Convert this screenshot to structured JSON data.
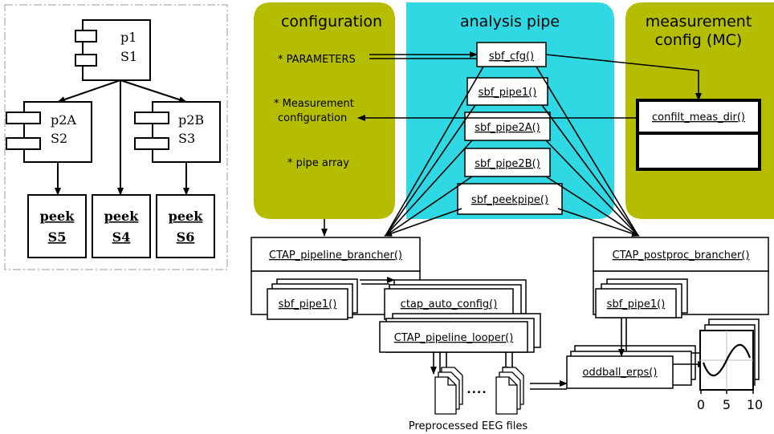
{
  "left_tree": {
    "root": {
      "name": "p1",
      "stage": "S1"
    },
    "branch_a": {
      "name": "p2A",
      "stage": "S2"
    },
    "branch_b": {
      "name": "p2B",
      "stage": "S3"
    },
    "peeks": [
      {
        "name": "peek",
        "stage": "S5"
      },
      {
        "name": "peek",
        "stage": "S4"
      },
      {
        "name": "peek",
        "stage": "S6"
      }
    ]
  },
  "panels": {
    "configuration": {
      "title": "configuration",
      "items": [
        "* PARAMETERS",
        "* Measurement",
        "configuration",
        "* pipe array"
      ]
    },
    "analysis": {
      "title": "analysis pipe",
      "functions": [
        "sbf_cfg()",
        "sbf_pipe1()",
        "sbf_pipe2A()",
        "sbf_pipe2B()",
        "sbf_peekpipe()"
      ]
    },
    "measurement": {
      "title_line1": "measurement",
      "title_line2": "config (MC)",
      "function": "confilt_meas_dir()"
    }
  },
  "flow": {
    "pipeline_brancher": "CTAP_pipeline_brancher()",
    "postproc_brancher": "CTAP_postproc_brancher()",
    "pipe1_left": "sbf_pipe1()",
    "pipe1_right": "sbf_pipe1()",
    "auto_config": "ctap_auto_config()",
    "pipeline_looper": "CTAP_pipeline_looper()",
    "oddball": "oddball_erps()",
    "files_label": "Preprocessed EEG files",
    "dots": "...."
  },
  "plot": {
    "ticks": [
      "0",
      "5",
      "10"
    ]
  },
  "colors": {
    "olive": "#b5bd00",
    "cyan": "#2fd8e2"
  }
}
